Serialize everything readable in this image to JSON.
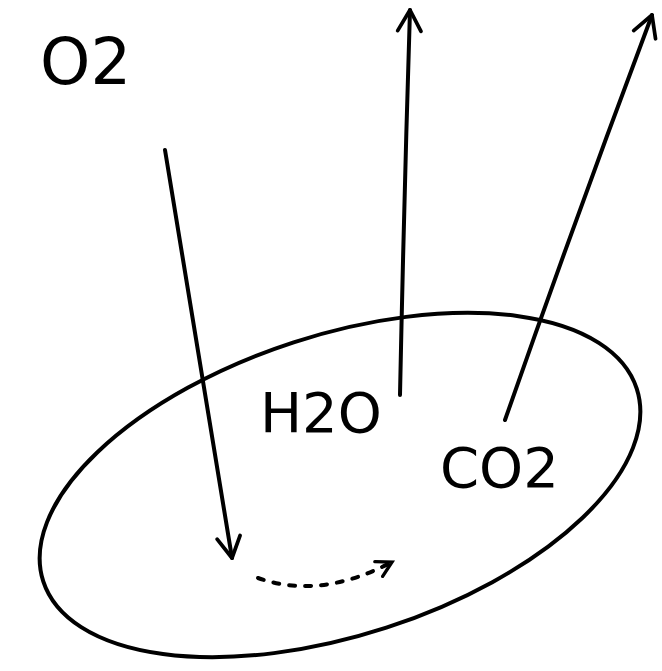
{
  "diagram": {
    "nodes": [
      {
        "text": [
          "H2O",
          "CO2"
        ]
      }
    ],
    "labels": [
      "O2"
    ]
  }
}
